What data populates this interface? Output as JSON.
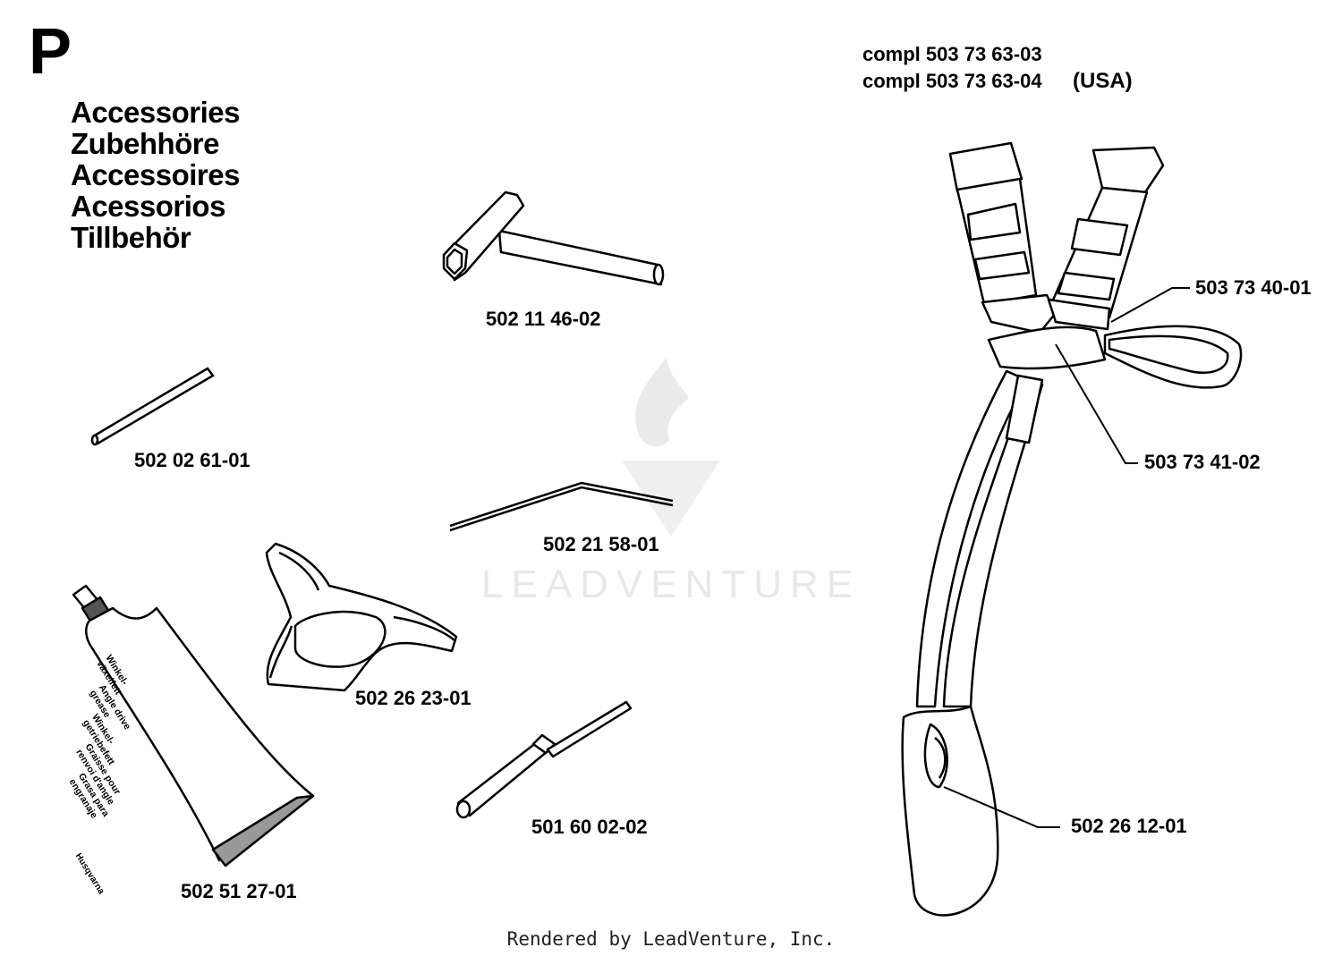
{
  "section": {
    "letter": "P"
  },
  "titles": [
    "Accessories",
    "Zubehhöre",
    "Accessoires",
    "Acessorios",
    "Tillbehör"
  ],
  "kit": {
    "rows": [
      {
        "code": "compl 503 73 63-03",
        "region": ""
      },
      {
        "code": "compl  503 73 63-04",
        "region": "(USA)"
      }
    ]
  },
  "parts": [
    {
      "id": "wrench",
      "number": "502 11 46-02"
    },
    {
      "id": "pin",
      "number": "502 02 61-01"
    },
    {
      "id": "hex-key",
      "number": "502 21 58-01"
    },
    {
      "id": "guard-tool",
      "number": "502 26 23-01"
    },
    {
      "id": "grease-tube",
      "number": "502 51 27-01"
    },
    {
      "id": "file",
      "number": "501 60 02-02"
    },
    {
      "id": "harness-strap",
      "number": "503 73 40-01"
    },
    {
      "id": "harness-pad",
      "number": "503 73 41-02"
    },
    {
      "id": "hip-pad",
      "number": "502 26 12-01"
    }
  ],
  "tube_text": [
    "Winkel-",
    "växelfett",
    "Angle drive",
    "grease",
    "Winkel-",
    "getriebefett",
    "Graisse pour",
    "renvoi d'angle",
    "Grasa para",
    "engranaje"
  ],
  "tube_brand": "Husqvarna",
  "watermark": "LEADVENTURE",
  "footer": "Rendered by LeadVenture, Inc."
}
